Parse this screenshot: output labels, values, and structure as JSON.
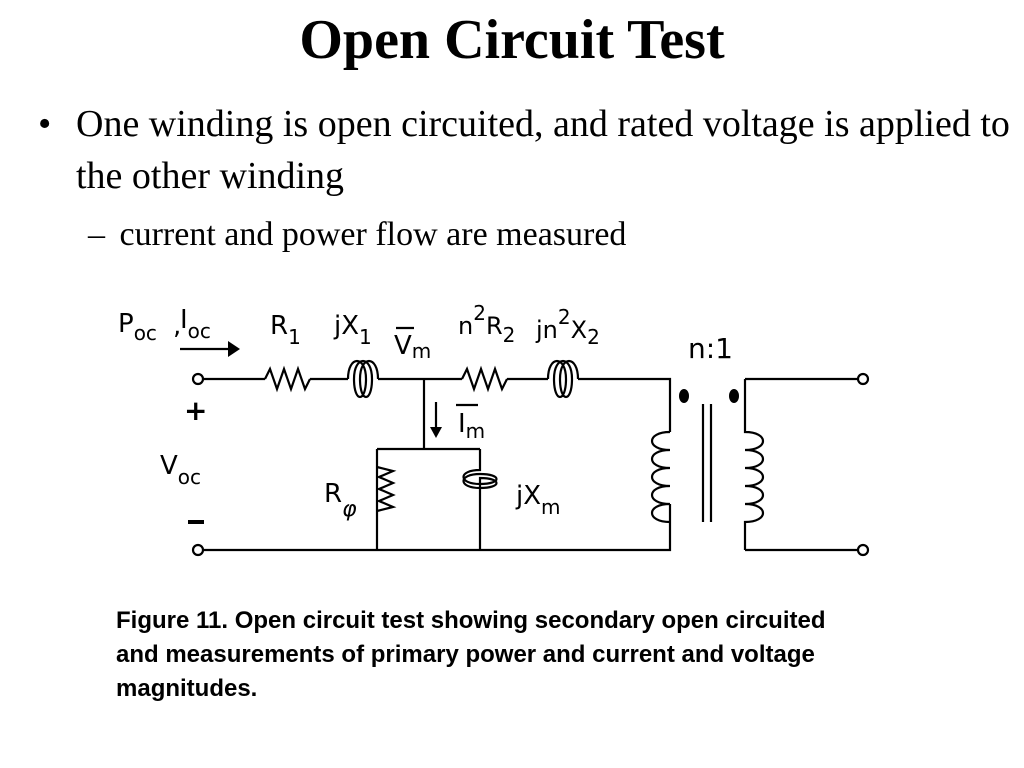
{
  "slide": {
    "title": "Open Circuit Test",
    "bullet": {
      "mark": "•",
      "text": "One winding is open circuited, and rated voltage is applied to the other winding"
    },
    "subbullet": {
      "mark": "–",
      "text": "current and power flow are measured"
    }
  },
  "circuit": {
    "labels": {
      "p_main": "P",
      "p_sub": "oc",
      "comma": ",",
      "i_main": "I",
      "i_sub": "oc",
      "r1_main": "R",
      "r1_sub": "1",
      "jx1_main": "jX",
      "jx1_sub": "1",
      "vm_main": "V",
      "vm_sub": "m",
      "n2r2_pre": "n",
      "n2r2_sup": "2",
      "n2r2_main": "R",
      "n2r2_sub": "2",
      "jn2x2_pre": "jn",
      "jn2x2_sup": "2",
      "jn2x2_main": "X",
      "jn2x2_sub": "2",
      "ratio": "n:1",
      "plus": "+",
      "minus": "–",
      "voc_main": "V",
      "voc_sub": "oc",
      "im_main": "I",
      "im_sub": "m",
      "rphi_main": "R",
      "rphi_sub": "φ",
      "jxm_main": "jX",
      "jxm_sub": "m"
    }
  },
  "caption": {
    "line1": "Figure 11.  Open circuit test showing secondary open circuited",
    "line2": "and measurements of primary power and current and voltage",
    "line3": "magnitudes."
  }
}
